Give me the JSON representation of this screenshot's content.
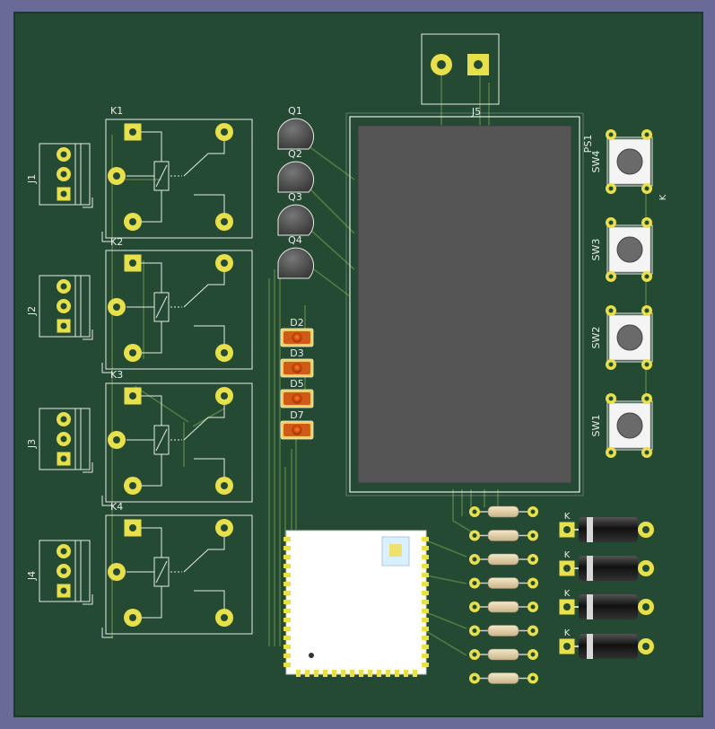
{
  "colors": {
    "background": "#6a6a98",
    "board": "#244a33",
    "board_edge": "#1b3a27",
    "silk": "#e8ece8",
    "pad": "#e8e04a",
    "pad_dark": "#c4b81e",
    "trace": "#5b7f45",
    "display": "#555555",
    "led": "#e06010",
    "diode_body": "#1a1a1a",
    "resistor_body": "#e8d9b3"
  },
  "refs": {
    "J1": "J1",
    "J2": "J2",
    "J3": "J3",
    "J4": "J4",
    "K1": "K1",
    "K2": "K2",
    "K3": "K3",
    "K4": "K4",
    "Q1": "Q1",
    "Q2": "Q2",
    "Q3": "Q3",
    "Q4": "Q4",
    "D2": "D2",
    "D3": "D3",
    "D5": "D5",
    "D7": "D7",
    "J5": "J5",
    "PS1": "PS1",
    "SW1": "SW1",
    "SW2": "SW2",
    "SW3": "SW3",
    "SW4": "SW4",
    "K": "K"
  }
}
